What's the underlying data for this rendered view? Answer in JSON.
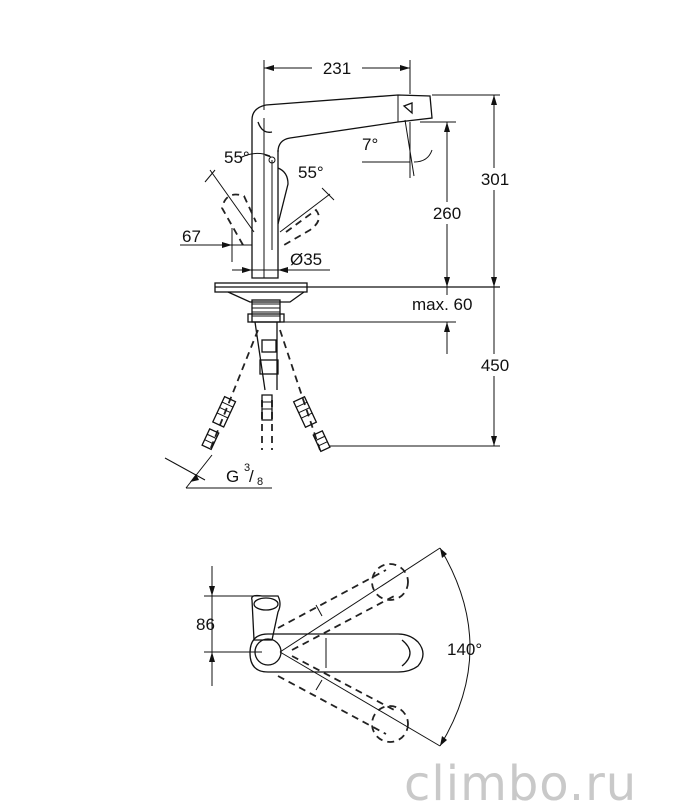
{
  "dimensions": {
    "top_width": "231",
    "total_height": "301",
    "spout_height": "260",
    "angle_left": "55°",
    "angle_right": "55°",
    "spout_tilt": "7°",
    "lever_offset": "67",
    "body_diameter": "Ø35",
    "max_thickness": "max. 60",
    "hose_length": "450",
    "thread_prefix": "G",
    "thread_num": "3",
    "thread_den": "8",
    "plan_offset": "86",
    "swivel_angle": "140°"
  },
  "watermark": "climbo.ru"
}
